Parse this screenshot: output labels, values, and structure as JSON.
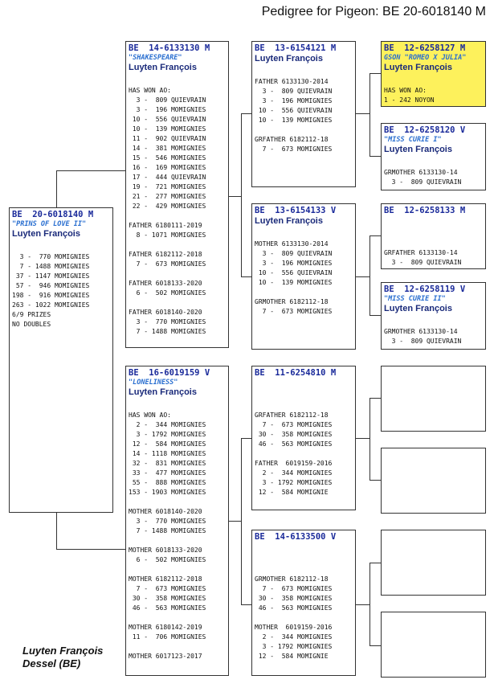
{
  "title": "Pedigree for Pigeon: BE  20-6018140 M",
  "footer": {
    "line1": "Luyten François",
    "line2": "Dessel (BE)"
  },
  "boxes": {
    "subject": {
      "header": "BE  20-6018140 M",
      "nick": "\"PRINS OF LOVE II\"",
      "breeder": "Luyten François",
      "lines": [
        "",
        "  3 -  770 MOMIGNIES",
        "  7 - 1488 MOMIGNIES",
        " 37 - 1147 MOMIGNIES",
        " 57 -  946 MOMIGNIES",
        "198 -  916 MOMIGNIES",
        "263 - 1022 MOMIGNIES",
        "6/9 PRIZES",
        "NO DOUBLES"
      ]
    },
    "sire": {
      "header": "BE  14-6133130 M",
      "nick": "\"SHAKESPEARE\"",
      "breeder": "Luyten François",
      "lines": [
        "",
        "HAS WON AO:",
        "  3 -  809 QUIEVRAIN",
        "  3 -  196 MOMIGNIES",
        " 10 -  556 QUIEVRAIN",
        " 10 -  139 MOMIGNIES",
        " 11 -  902 QUIEVRAIN",
        " 14 -  381 MOMIGNIES",
        " 15 -  546 MOMIGNIES",
        " 16 -  169 MOMIGNIES",
        " 17 -  444 QUIEVRAIN",
        " 19 -  721 MOMIGNIES",
        " 21 -  277 MOMIGNIES",
        " 22 -  429 MOMIGNIES",
        "",
        "FATHER 6180111-2019",
        "  8 - 1071 MOMIGNIES",
        "",
        "FATHER 6182112-2018",
        "  7 -  673 MOMIGNIES",
        "",
        "FATHER 6018133-2020",
        "  6 -  502 MOMIGNIES",
        "",
        "FATHER 6018140-2020",
        "  3 -  770 MOMIGNIES",
        "  7 - 1488 MOMIGNIES"
      ]
    },
    "dam": {
      "header": "BE  16-6019159 V",
      "nick": "\"LONELINESS\"",
      "breeder": "Luyten François",
      "lines": [
        "",
        "HAS WON AO:",
        "  2 -  344 MOMIGNIES",
        "  3 - 1792 MOMIGNIES",
        " 12 -  584 MOMIGNIES",
        " 14 - 1118 MOMIGNIES",
        " 32 -  831 MOMIGNIES",
        " 33 -  477 MOMIGNIES",
        " 55 -  888 MOMIGNIES",
        "153 - 1903 MOMIGNIES",
        "",
        "MOTHER 6018140-2020",
        "  3 -  770 MOMIGNIES",
        "  7 - 1488 MOMIGNIES",
        "",
        "MOTHER 6018133-2020",
        "  6 -  502 MOMIGNIES",
        "",
        "MOTHER 6182112-2018",
        "  7 -  673 MOMIGNIES",
        " 30 -  358 MOMIGNIES",
        " 46 -  563 MOMIGNIES",
        "",
        "MOTHER 6180142-2019",
        " 11 -  706 MOMIGNIES",
        "",
        "MOTHER 6017123-2017"
      ]
    },
    "ss": {
      "header": "BE  13-6154121 M",
      "nick": "",
      "breeder": "Luyten François",
      "lines": [
        "",
        "FATHER 6133130-2014",
        "  3 -  809 QUIEVRAIN",
        "  3 -  196 MOMIGNIES",
        " 10 -  556 QUIEVRAIN",
        " 10 -  139 MOMIGNIES",
        "",
        "GRFATHER 6182112-18",
        "  7 -  673 MOMIGNIES"
      ]
    },
    "sd": {
      "header": "BE  13-6154133 V",
      "nick": "",
      "breeder": "Luyten François",
      "lines": [
        "",
        "MOTHER 6133130-2014",
        "  3 -  809 QUIEVRAIN",
        "  3 -  196 MOMIGNIES",
        " 10 -  556 QUIEVRAIN",
        " 10 -  139 MOMIGNIES",
        "",
        "GRMOTHER 6182112-18",
        "  7 -  673 MOMIGNIES"
      ]
    },
    "ds": {
      "header": "BE  11-6254810 M",
      "nick": "",
      "breeder": "",
      "lines": [
        "",
        "",
        "",
        "GRFATHER 6182112-18",
        "  7 -  673 MOMIGNIES",
        " 30 -  358 MOMIGNIES",
        " 46 -  563 MOMIGNIES",
        "",
        "FATHER  6019159-2016",
        "  2 -  344 MOMIGNIES",
        "  3 - 1792 MOMIGNIES",
        " 12 -  584 MOMIGNIE"
      ]
    },
    "dd": {
      "header": "BE  14-6133500 V",
      "nick": "",
      "breeder": "",
      "lines": [
        "",
        "",
        "",
        "GRMOTHER 6182112-18",
        "  7 -  673 MOMIGNIES",
        " 30 -  358 MOMIGNIES",
        " 46 -  563 MOMIGNIES",
        "",
        "MOTHER  6019159-2016",
        "  2 -  344 MOMIGNIES",
        "  3 - 1792 MOMIGNIES",
        " 12 -  584 MOMIGNIE"
      ]
    },
    "sss": {
      "header": "BE  12-6258127 M",
      "nick": "GSON \"ROMEO X JULIA\"",
      "breeder": "Luyten François",
      "lines": [
        "",
        "HAS WON AO:",
        "1 - 242 NOYON"
      ]
    },
    "ssd": {
      "header": "BE  12-6258120 V",
      "nick": "\"MISS CURIE I\"",
      "breeder": "Luyten François",
      "lines": [
        "",
        "GRMOTHER 6133130-14",
        "  3 -  809 QUIEVRAIN"
      ]
    },
    "sds": {
      "header": "BE  12-6258133 M",
      "nick": "",
      "breeder": "",
      "lines": [
        "",
        "",
        "",
        "GRFATHER 6133130-14",
        "  3 -  809 QUIEVRAIN"
      ]
    },
    "sdd": {
      "header": "BE  12-6258119 V",
      "nick": "\"MISS CURIE II\"",
      "breeder": "Luyten François",
      "lines": [
        "",
        "GRMOTHER 6133130-14",
        "  3 -  809 QUIEVRAIN"
      ]
    },
    "dss": {
      "header": "",
      "nick": "",
      "breeder": "",
      "lines": []
    },
    "dsd": {
      "header": "",
      "nick": "",
      "breeder": "",
      "lines": []
    },
    "dds": {
      "header": "",
      "nick": "",
      "breeder": "",
      "lines": []
    },
    "ddd": {
      "header": "",
      "nick": "",
      "breeder": "",
      "lines": []
    }
  }
}
